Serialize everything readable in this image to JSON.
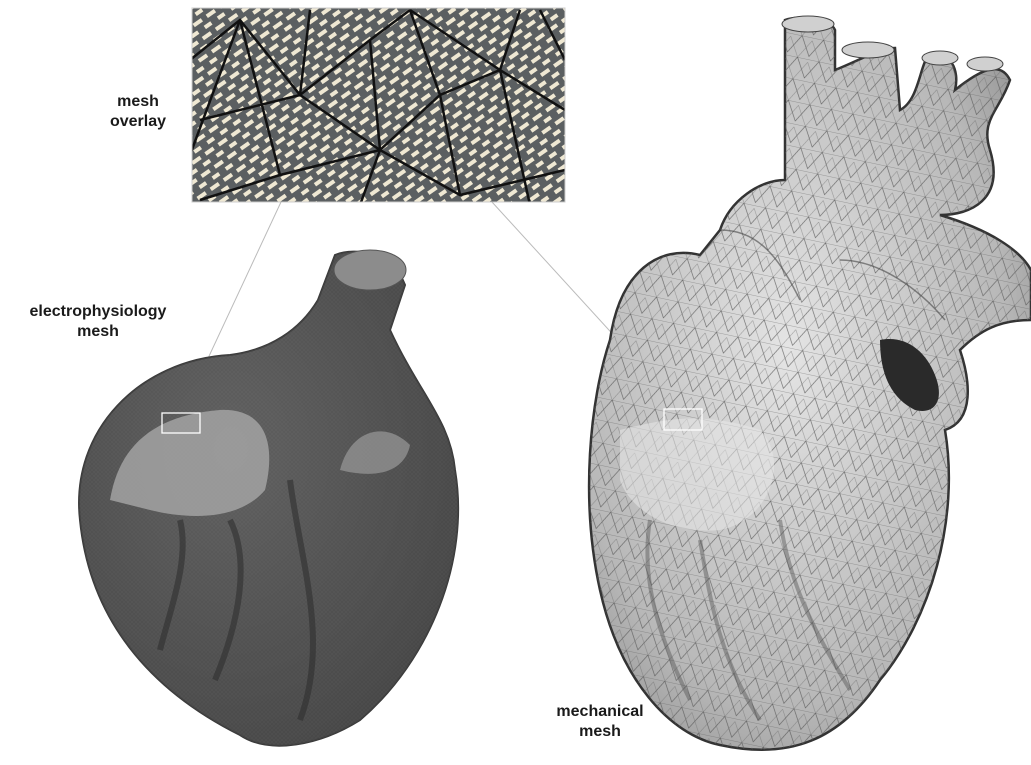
{
  "labels": {
    "overlay": [
      "mesh",
      "overlay"
    ],
    "ep": [
      "electrophysiology",
      "mesh"
    ],
    "mech": [
      "mechanical",
      "mesh"
    ]
  },
  "colors": {
    "ep_heart": "#555555",
    "mech_heart": "#bcbcbc",
    "overlay_bg": "#5a5e60",
    "overlay_stripe": "#efe8d3"
  }
}
